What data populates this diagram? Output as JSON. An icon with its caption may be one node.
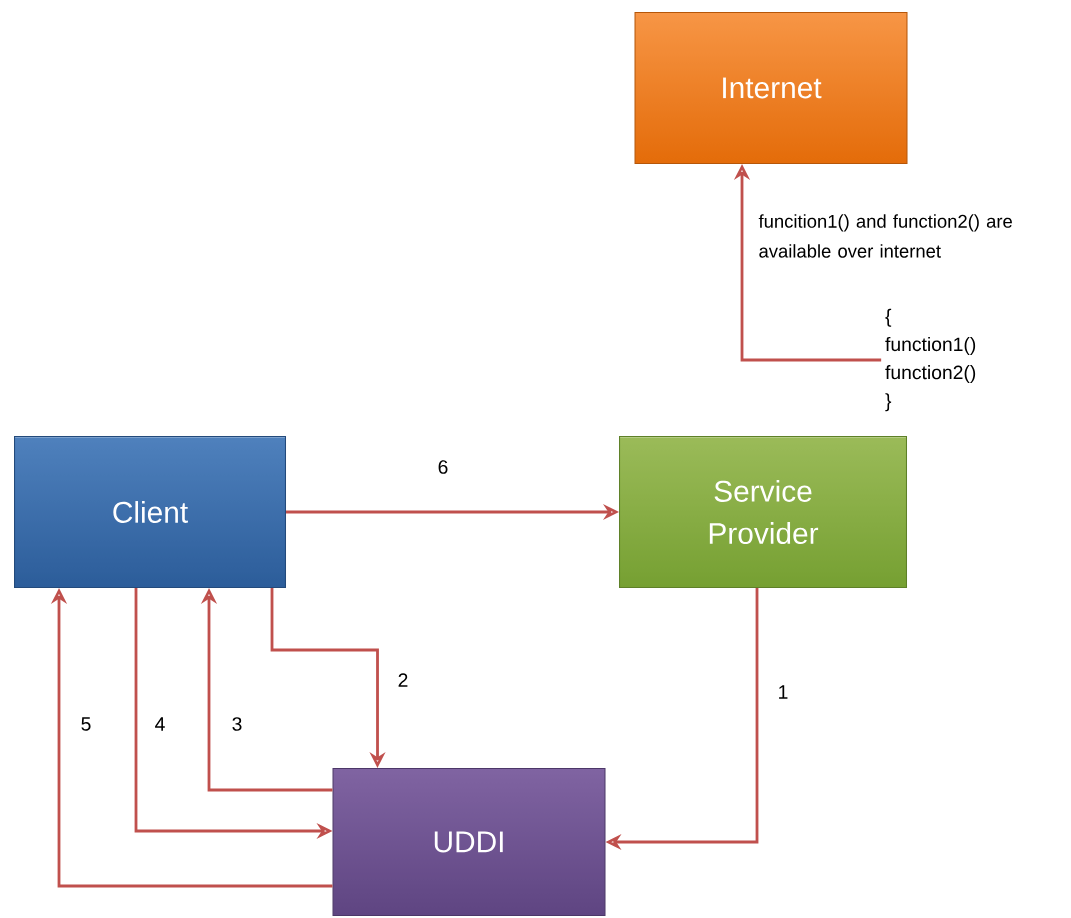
{
  "diagram": {
    "nodes": [
      {
        "text": [
          "Internet"
        ]
      },
      {
        "text": [
          "{ function1() function2() }"
        ]
      },
      {
        "text": [
          "Client"
        ]
      },
      {
        "text": [
          "Service Provider"
        ]
      },
      {
        "text": [
          "UDDI"
        ]
      }
    ],
    "edges": [
      {
        "from": 1,
        "to": 0,
        "arrow": "to"
      },
      {
        "from": 2,
        "to": 3,
        "arrow": "to",
        "label": "6"
      },
      {
        "from": 3,
        "to": 4,
        "arrow": "to",
        "label": "1"
      },
      {
        "from": 2,
        "to": 4,
        "arrow": "to",
        "label": "2"
      },
      {
        "from": 4,
        "to": 2,
        "arrow": "to",
        "label": "3"
      },
      {
        "from": 2,
        "to": 4,
        "arrow": "to",
        "label": "4"
      },
      {
        "from": 4,
        "to": 2,
        "arrow": "to",
        "label": "5"
      }
    ],
    "labels": [
      "funcition1() and function2() are available over internet"
    ]
  }
}
